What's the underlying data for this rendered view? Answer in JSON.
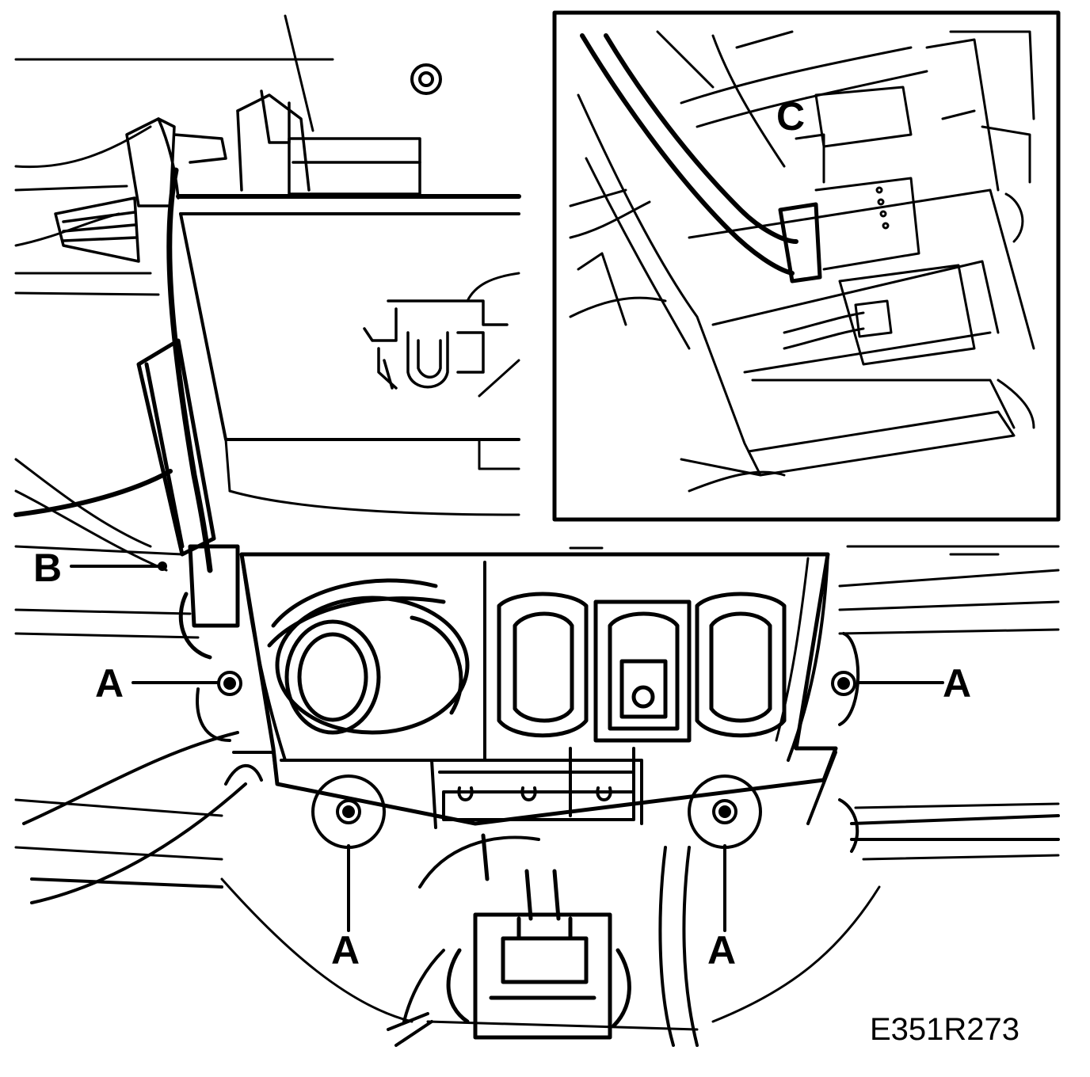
{
  "callouts": {
    "a_left": "A",
    "a_right": "A",
    "a_bottom_left": "A",
    "a_bottom_right": "A",
    "b": "B",
    "c": "C"
  },
  "figure_code": "E351R273",
  "colors": {
    "ink": "#000000",
    "paper": "#ffffff"
  }
}
